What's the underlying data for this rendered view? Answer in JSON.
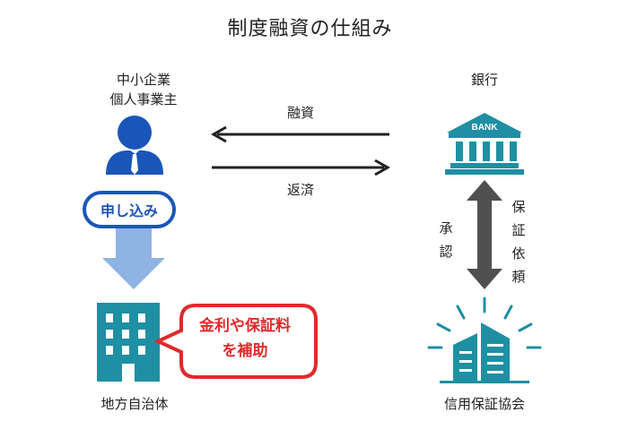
{
  "title": "制度融資の仕組み",
  "sme": {
    "line1": "中小企業",
    "line2": "個人事業主"
  },
  "bank": {
    "label": "銀行",
    "sign": "BANK"
  },
  "municipality": {
    "label": "地方自治体"
  },
  "guarantee_association": {
    "label": "信用保証協会"
  },
  "arrows": {
    "loan": "融資",
    "repay": "返済",
    "approval": "承認",
    "guarantee_request": "保証依頼"
  },
  "apply_pill": "申し込み",
  "callout": {
    "line1": "金利や保証料",
    "line2": "を補助"
  },
  "colors": {
    "blue": "#1a56b8",
    "teal": "#1f8fa3",
    "light_blue": "#8fb3e2",
    "red": "#e02a2a",
    "dark_gray": "#505050",
    "arrow_black": "#222222"
  }
}
